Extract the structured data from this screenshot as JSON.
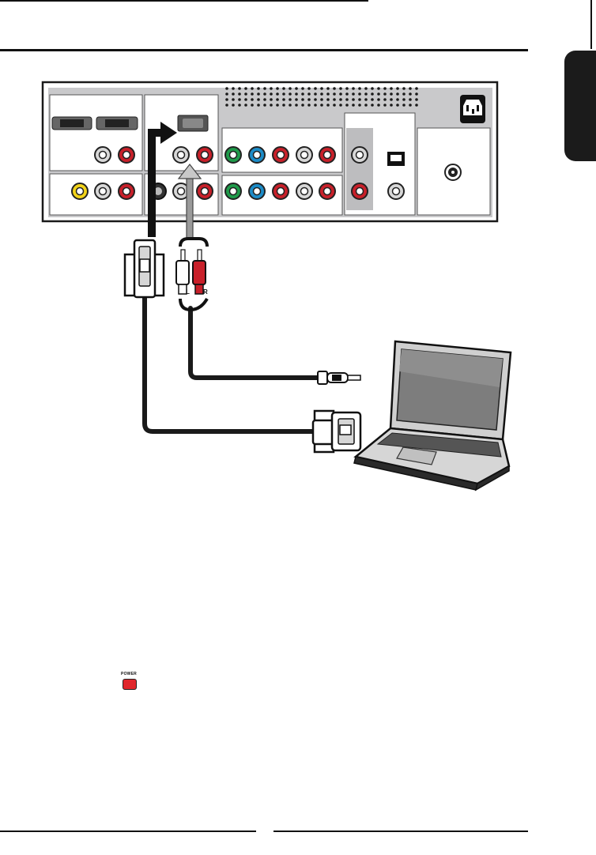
{
  "labels": {
    "audio_left": "L",
    "audio_right": "R",
    "power": "POWER"
  },
  "colors": {
    "rca_yellow": "#f2d319",
    "rca_white": "#d8d8d8",
    "rca_red": "#c8202a",
    "rca_green": "#1f9a4a",
    "rca_blue": "#1c8cc8",
    "power_button": "#e0262b",
    "panel_grey": "#c9c9cb",
    "cable": "#1a1a1a"
  },
  "icons": [
    "power-cord-socket-icon",
    "ethernet-port-icon",
    "coax-antenna-port-icon",
    "vga-port-icon",
    "laptop-icon"
  ]
}
